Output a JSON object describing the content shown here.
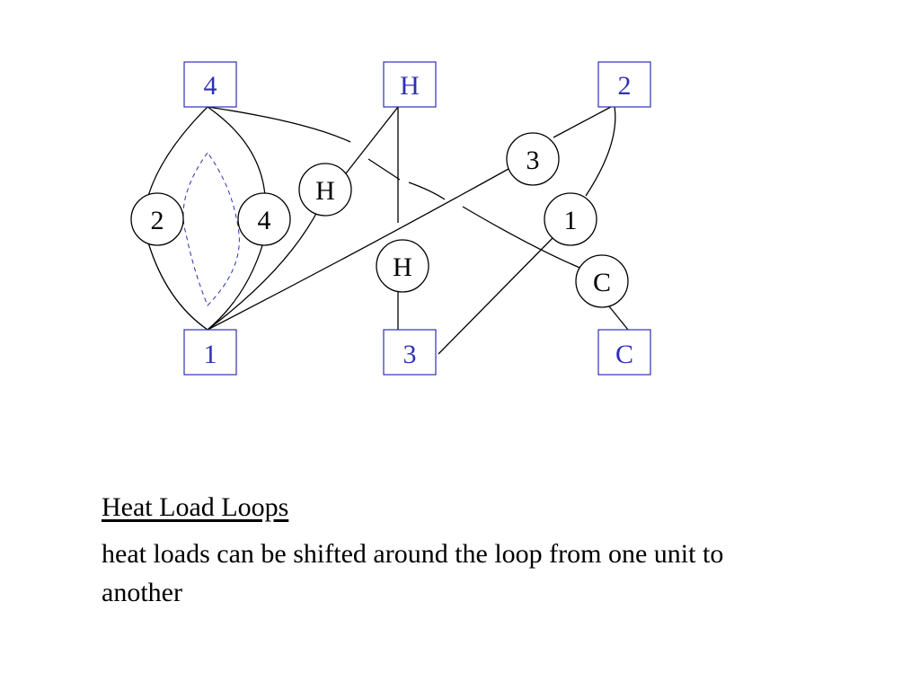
{
  "diagram": {
    "boxes": {
      "top_left": "4",
      "top_mid": "H",
      "top_right": "2",
      "bottom_left": "1",
      "bottom_mid": "3",
      "bottom_right": "C"
    },
    "nodes": {
      "left_2": "2",
      "left_4": "4",
      "h_upper": "H",
      "h_lower": "H",
      "node_3": "3",
      "node_1": "1",
      "node_c": "C"
    }
  },
  "caption": {
    "title": "Heat Load Loops",
    "text": "heat loads can be shifted around the loop from one unit to another"
  }
}
